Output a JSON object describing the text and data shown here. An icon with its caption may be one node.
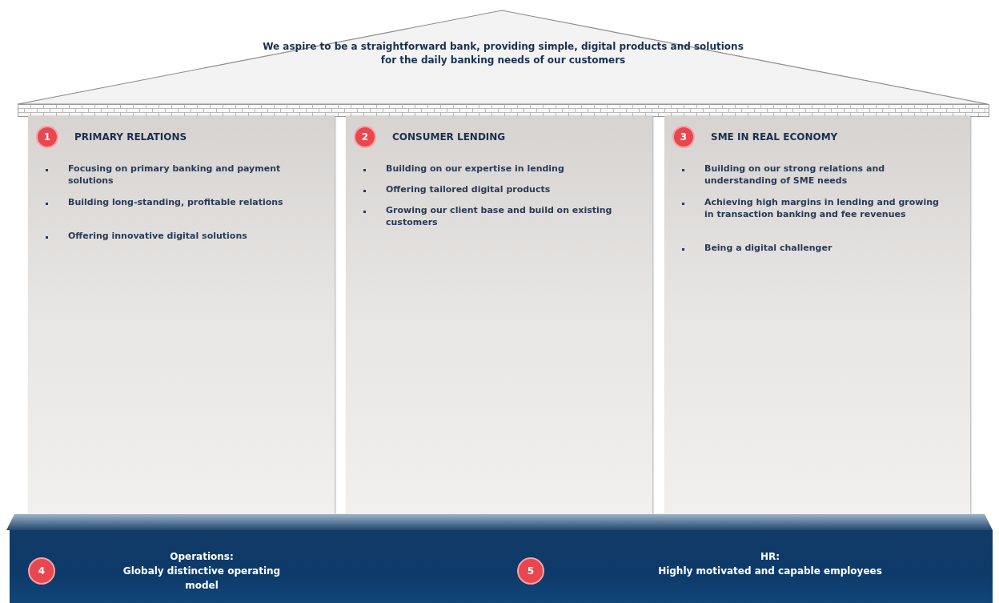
{
  "diagram": {
    "nodes": [
      {
        "text": [
          "We aspire to be a straightforward bank, providing simple, digital products and solutions for the daily banking needs of our customers"
        ]
      },
      {
        "text": [
          "PRIMARY RELATIONS",
          "Focusing on primary banking and payment solutions",
          "Building long-standing, profitable relations",
          "Offering innovative digital solutions"
        ]
      },
      {
        "text": [
          "1"
        ],
        "in": 1
      },
      {
        "text": [
          "CONSUMER LENDING",
          "Building on our expertise in lending",
          "Offering tailored digital products",
          "Growing our client base and build on existing customers"
        ]
      },
      {
        "text": [
          "2"
        ],
        "in": 3
      },
      {
        "text": [
          "SME IN REAL ECONOMY",
          "Building on our strong relations and understanding of SME needs",
          "Achieving high margins in lending and growing in transaction banking and fee revenues",
          "Being a digital challenger"
        ]
      },
      {
        "text": [
          "3"
        ],
        "in": 5
      },
      {
        "text": [
          "Operations: Globaly distinctive operating model",
          "HR: Highly motivated and capable employees"
        ]
      },
      {
        "text": [
          "4"
        ],
        "in": 7
      },
      {
        "text": [
          "5"
        ],
        "in": 7
      }
    ],
    "edges": []
  }
}
